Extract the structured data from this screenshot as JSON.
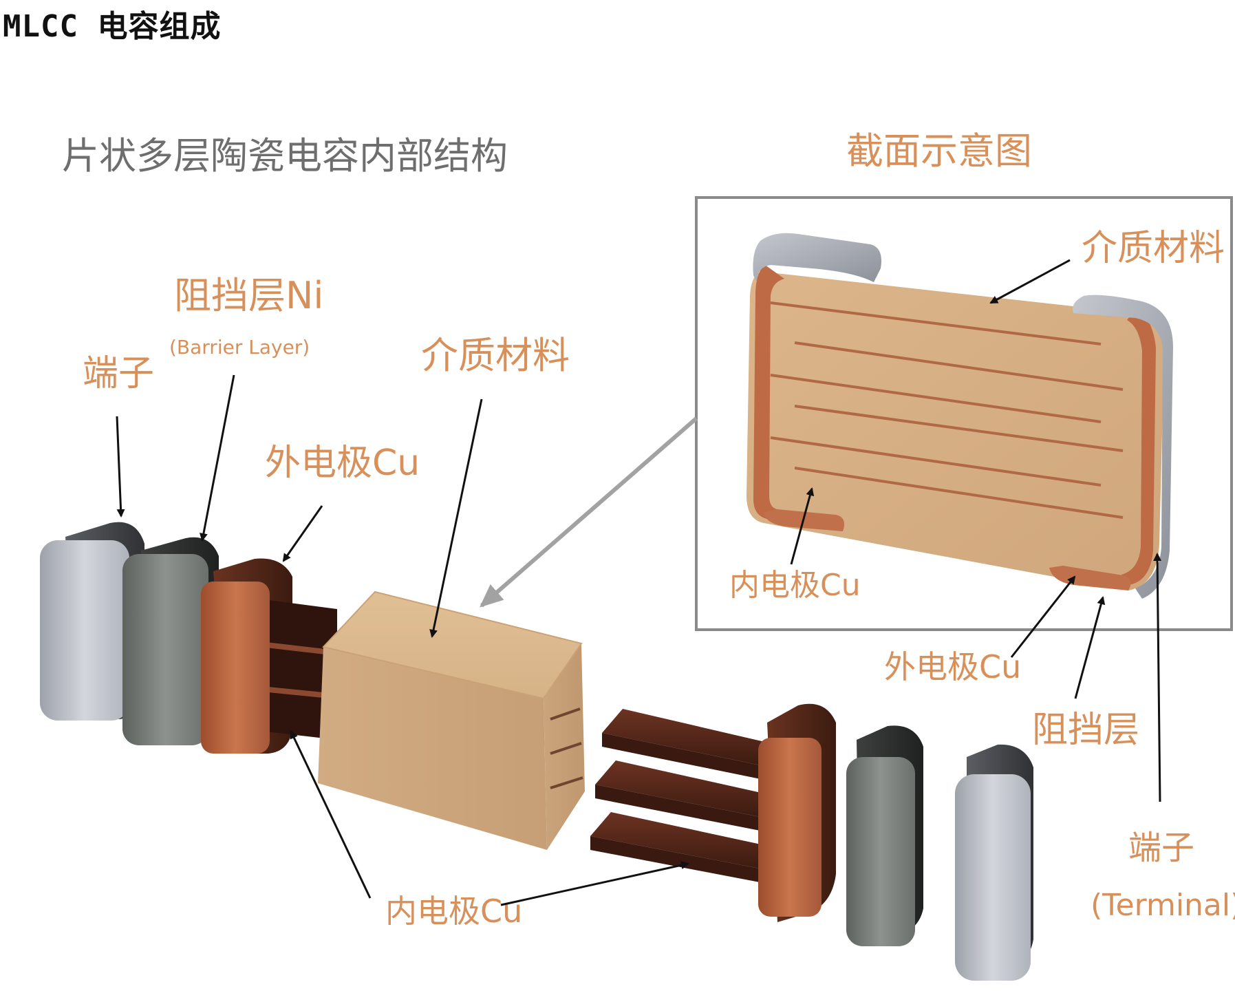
{
  "title": "MLCC 电容组成",
  "diagram": {
    "main_heading": "片状多层陶瓷电容内部结构",
    "inset_heading": "截面示意图",
    "labels": {
      "terminal_left": "端子",
      "barrier_left_cn": "阻挡层Ni",
      "barrier_left_en": "(Barrier Layer)",
      "external_left": "外电极Cu",
      "dielectric_main": "介质材料",
      "internal_bottom": "内电极Cu",
      "inset_dielectric": "介质材料",
      "inset_internal": "内电极Cu",
      "inset_external": "外电极Cu",
      "inset_barrier": "阻挡层",
      "terminal_right_cn": "端子",
      "terminal_right_en": "(Terminal)"
    },
    "colors": {
      "label": "#d8905a",
      "terminal": "#b9bcc4",
      "barrier": "#6f7471",
      "copper": "#b5653f",
      "dark_copper": "#4a2418",
      "ceramic": "#d7b287",
      "frame": "#8a8a8a"
    }
  }
}
